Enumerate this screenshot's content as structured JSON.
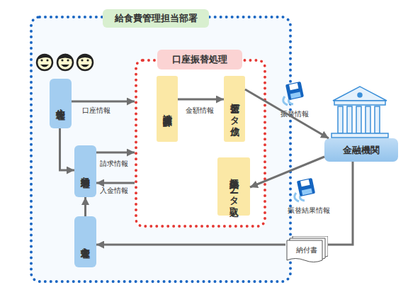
{
  "diagram": {
    "nodes": [
      {
        "text": [
          "給食費管理担当部署"
        ]
      },
      {
        "text": [
          "生徒管理"
        ],
        "in": 0
      },
      {
        "text": [
          "収納管理"
        ],
        "in": 0
      },
      {
        "text": [
          "入金管理"
        ],
        "in": 0
      },
      {
        "text": [
          "口座振替処理"
        ],
        "in": 0
      },
      {
        "text": [
          "請求金額計算"
        ],
        "in": 4
      },
      {
        "text": [
          "振替データ作成"
        ],
        "in": 4
      },
      {
        "text": [
          "振替結果 データ取込"
        ],
        "in": 4
      },
      {
        "text": [
          "金融機関"
        ]
      },
      {
        "text": [
          "納付書"
        ]
      }
    ],
    "edges": [
      {
        "from": 1,
        "to": 4,
        "label": "口座情報",
        "arrow": "to"
      },
      {
        "from": 1,
        "to": 2,
        "arrow": "to"
      },
      {
        "from": 2,
        "to": 4,
        "label": "請求情報",
        "arrow": "to"
      },
      {
        "from": 4,
        "to": 2,
        "label": "入金情報",
        "arrow": "to"
      },
      {
        "from": 5,
        "to": 6,
        "label": "金額情報",
        "arrow": "to"
      },
      {
        "from": 6,
        "to": 8,
        "label": "振替情報",
        "arrow": "to"
      },
      {
        "from": 8,
        "to": 7,
        "label": "振替結果情報",
        "arrow": "to"
      },
      {
        "from": 8,
        "to": 9,
        "arrow": "none"
      },
      {
        "from": 9,
        "to": 3,
        "arrow": "to"
      },
      {
        "from": 3,
        "to": 2,
        "arrow": "to"
      }
    ]
  }
}
